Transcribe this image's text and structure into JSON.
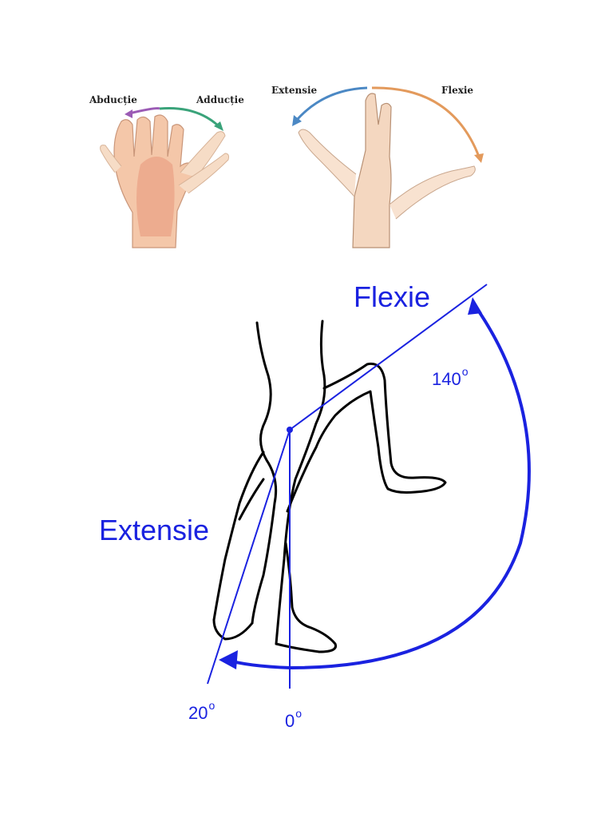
{
  "hand_panel": {
    "abductie": "Abducție",
    "adductie": "Adducție",
    "extensie": "Extensie",
    "flexie": "Flexie"
  },
  "knee_diagram": {
    "flexie": "Flexie",
    "extensie": "Extensie",
    "angle_flexion": "140",
    "angle_extension": "20",
    "angle_zero": "0",
    "degree_symbol": "o"
  },
  "colors": {
    "line_blue": "#1a22e0",
    "abduction_arrow": "#9b5bb5",
    "adduction_arrow": "#3aa37a",
    "extension_arrow": "#4b88c4",
    "flexion_arrow": "#e39a5c",
    "skin": "#f1d3b6"
  }
}
